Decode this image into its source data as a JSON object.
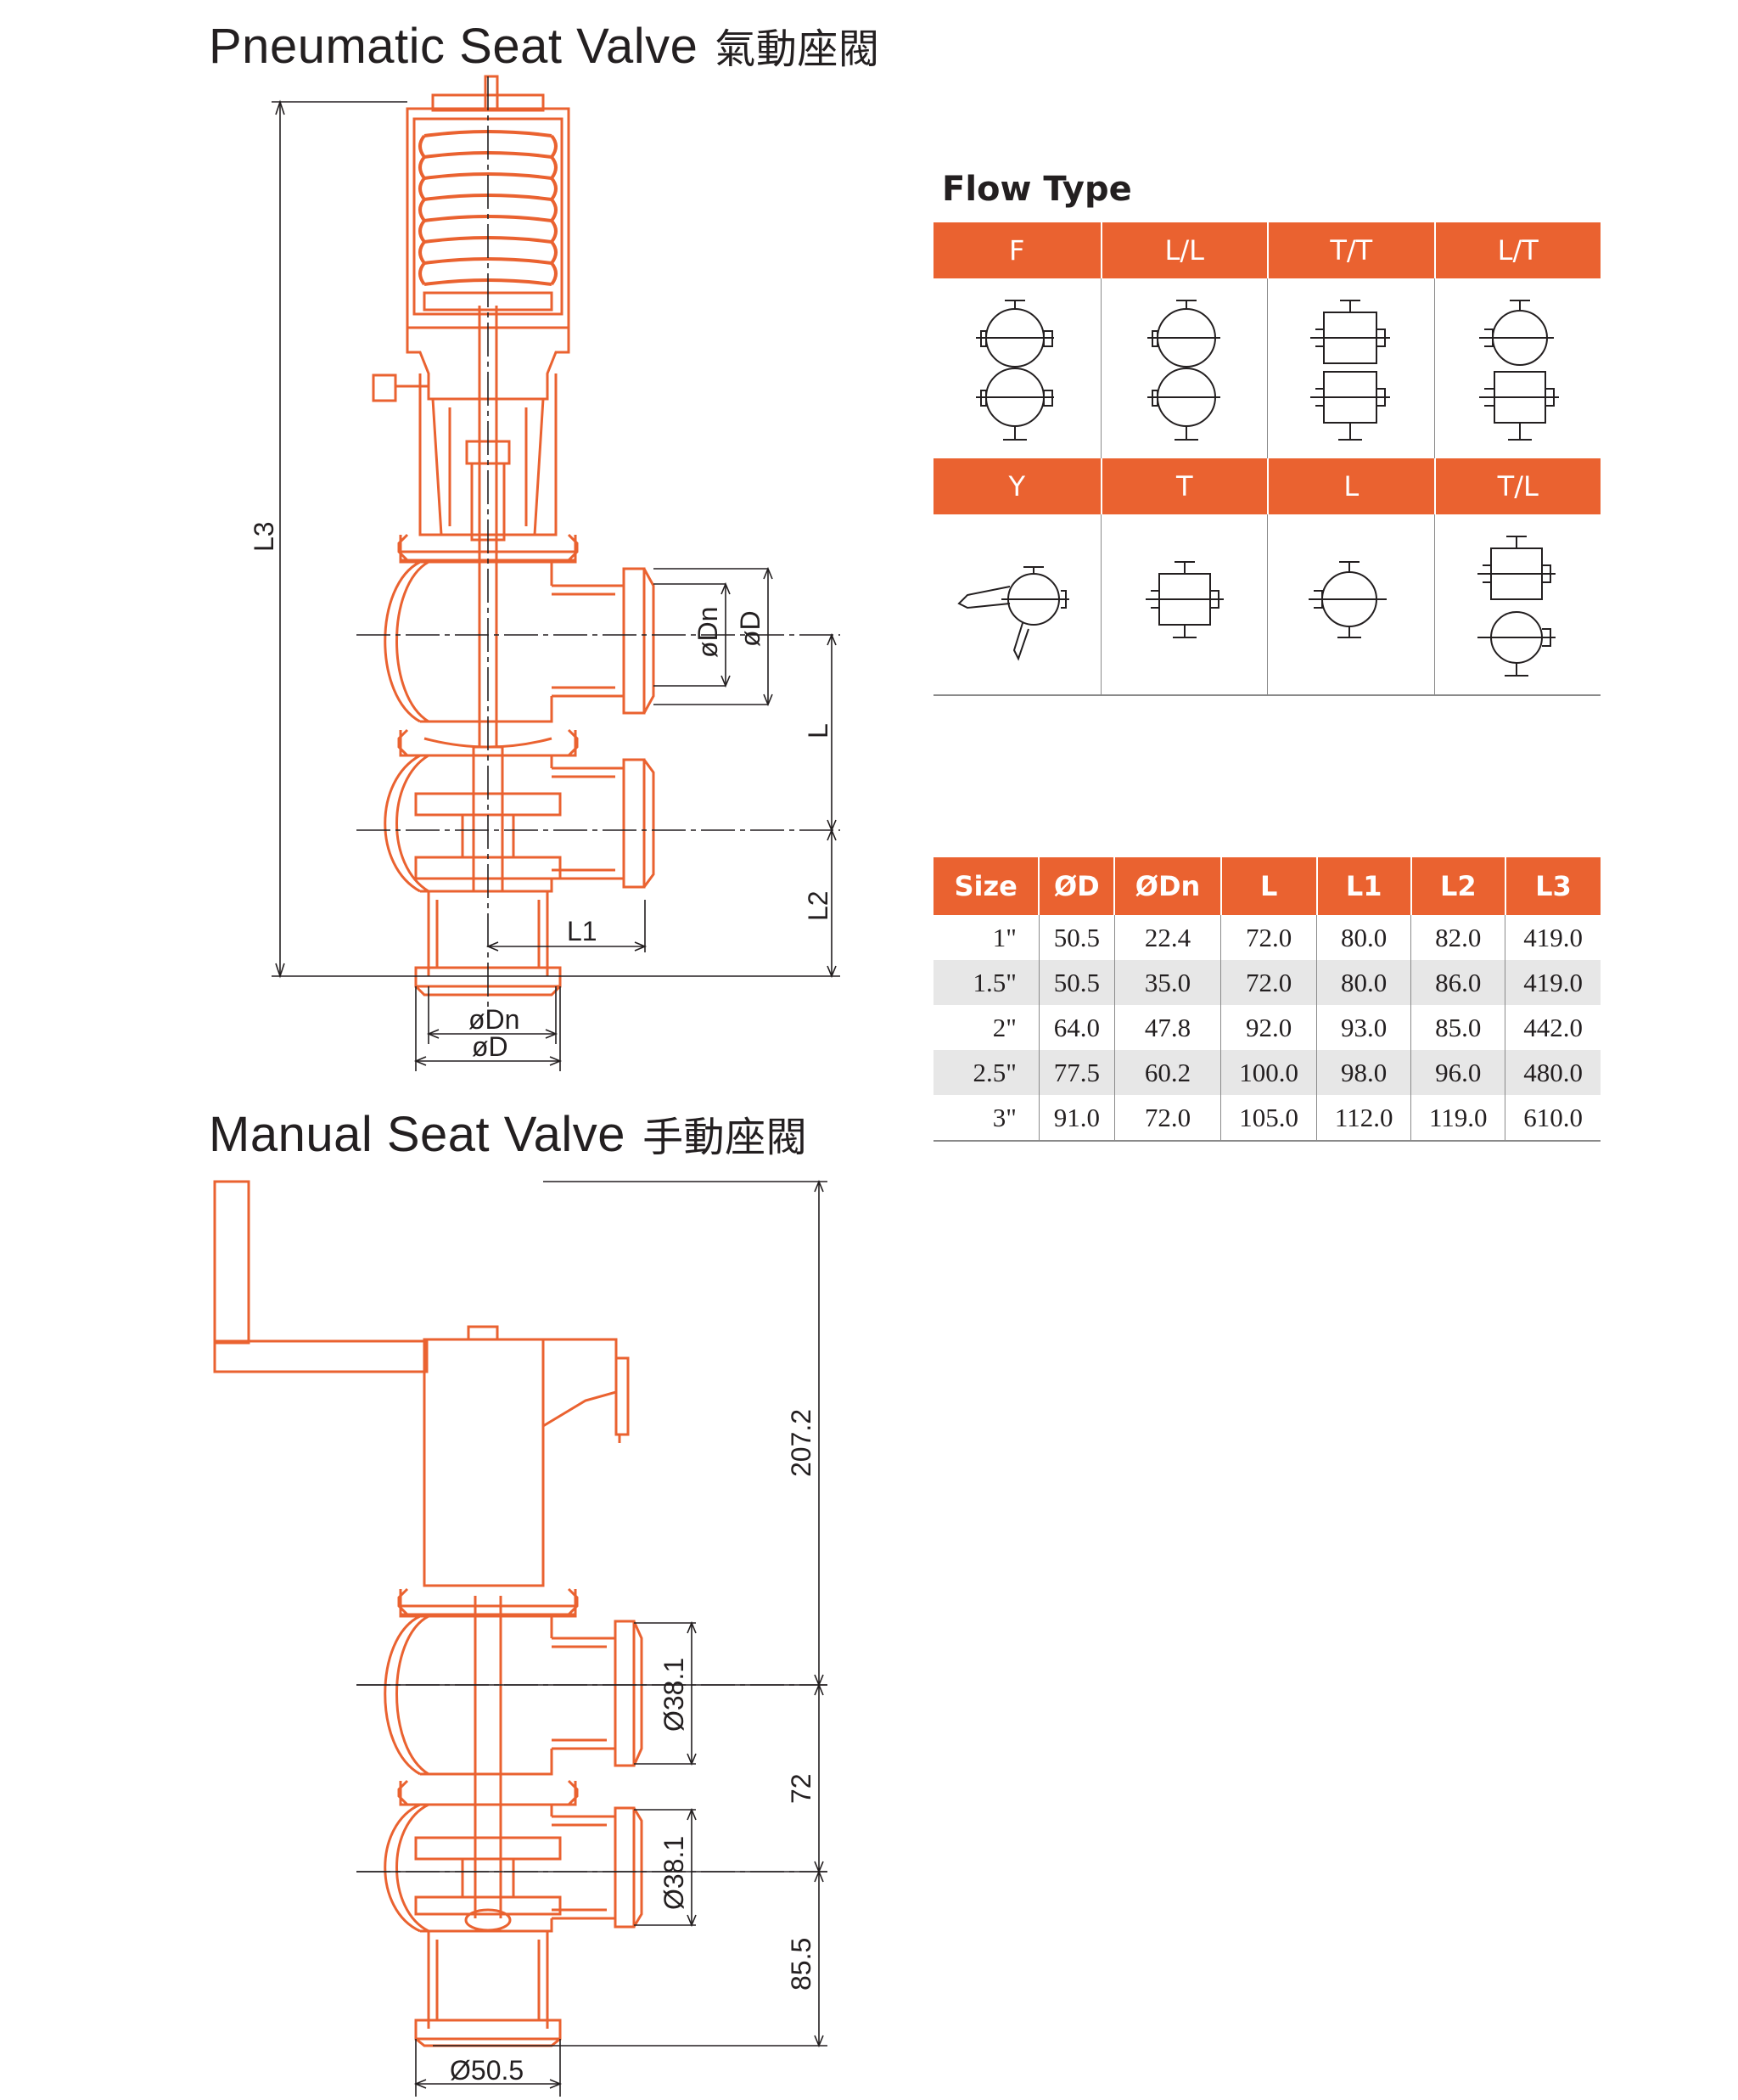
{
  "pneumatic": {
    "title": "Pneumatic Seat Valve",
    "title_cjk": "氣動座閥",
    "dims": {
      "l3": "L3",
      "odn_side": "øDn",
      "od_side": "øD",
      "l": "L",
      "l2": "L2",
      "l1": "L1",
      "odn_bottom": "øDn",
      "od_bottom": "øD"
    }
  },
  "manual": {
    "title": "Manual Seat Valve",
    "title_cjk": "手動座閥",
    "dims": {
      "h_total": "207.2",
      "h_mid": "72",
      "h_low": "85.5",
      "d_top": "Ø38.1",
      "d_mid": "Ø38.1",
      "d_bottom": "Ø50.5"
    }
  },
  "flow_type": {
    "title": "Flow Type",
    "row1": [
      "F",
      "L/L",
      "T/T",
      "L/T"
    ],
    "row2": [
      "Y",
      "T",
      "L",
      "T/L"
    ]
  },
  "size_table": {
    "headers": [
      "Size",
      "ØD",
      "ØDn",
      "L",
      "L1",
      "L2",
      "L3"
    ],
    "rows": [
      [
        "1\"",
        "50.5",
        "22.4",
        "72.0",
        "80.0",
        "82.0",
        "419.0"
      ],
      [
        "1.5\"",
        "50.5",
        "35.0",
        "72.0",
        "80.0",
        "86.0",
        "419.0"
      ],
      [
        "2\"",
        "64.0",
        "47.8",
        "92.0",
        "93.0",
        "85.0",
        "442.0"
      ],
      [
        "2.5\"",
        "77.5",
        "60.2",
        "100.0",
        "98.0",
        "96.0",
        "480.0"
      ],
      [
        "3\"",
        "91.0",
        "72.0",
        "105.0",
        "112.0",
        "119.0",
        "610.0"
      ]
    ]
  },
  "colors": {
    "accent": "#ea6230",
    "line": "#231f20",
    "stripe": "#e7e7e7"
  }
}
